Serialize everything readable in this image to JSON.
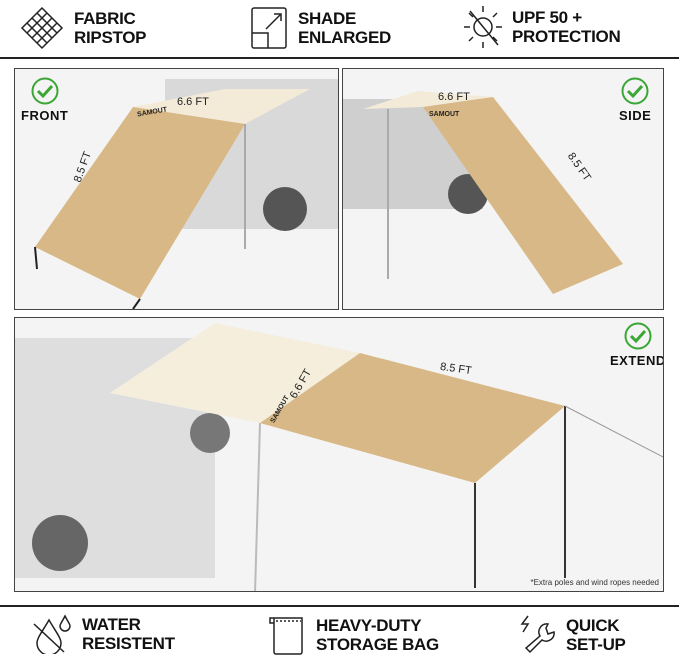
{
  "top_features": [
    {
      "icon": "ripstop-mesh-icon",
      "line1": "FABRIC",
      "line2": "RIPSTOP"
    },
    {
      "icon": "shade-enlarge-icon",
      "line1": "SHADE",
      "line2": "ENLARGED"
    },
    {
      "icon": "sun-blocked-icon",
      "line1": "UPF 50 +",
      "line2": "PROTECTION"
    }
  ],
  "panels": {
    "front": {
      "label": "FRONT",
      "width": "6.6 FT",
      "length": "8.5 FT",
      "brand": "SAMOUT"
    },
    "side": {
      "label": "SIDE",
      "width": "6.6 FT",
      "length": "8.5 FT",
      "brand": "SAMOUT"
    },
    "extend": {
      "label": "EXTEND",
      "width": "6.6 FT",
      "length": "8.5 FT",
      "brand": "SAMOUT",
      "note": "*Extra poles and wind ropes needed"
    }
  },
  "bottom_features": [
    {
      "icon": "water-drop-icon",
      "line1": "WATER",
      "line2": "RESISTENT"
    },
    {
      "icon": "storage-bag-icon",
      "line1": "HEAVY-DUTY",
      "line2": "STORAGE BAG"
    },
    {
      "icon": "quick-setup-wrench-icon",
      "line1": "QUICK",
      "line2": "SET-UP"
    }
  ],
  "colors": {
    "awning": "#d8b886",
    "check": "#3aa635"
  }
}
